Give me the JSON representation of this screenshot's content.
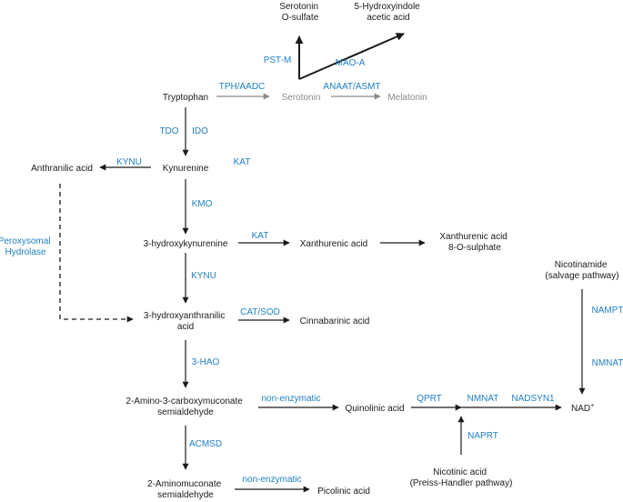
{
  "metabolites": {
    "serotonin_o_sulfate_1": "Serotonin",
    "serotonin_o_sulfate_2": "O-sulfate",
    "hydroxyindole_1": "5-Hydroxyindole",
    "hydroxyindole_2": "acetic acid",
    "tryptophan": "Tryptophan",
    "serotonin": "Serotonin",
    "melatonin": "Melatonin",
    "anthranilic_acid": "Anthranilic acid",
    "kynurenine": "Kynurenine",
    "hydroxykynurenine": "3-hydroxykynurenine",
    "xanthurenic_acid": "Xanthurenic acid",
    "xanthurenic_sulphate_1": "Xanthurenic acid",
    "xanthurenic_sulphate_2": "8-O-sulphate",
    "nicotinamide_1": "Nicotinamide",
    "nicotinamide_2": "(salvage pathway)",
    "hydroxyanthranilic_1": "3-hydroxyanthranilic",
    "hydroxyanthranilic_2": "acid",
    "cinnabarinic_acid": "Cinnabarinic acid",
    "acms_1": "2-Amino-3-carboxymuconate",
    "acms_2": "semialdehyde",
    "quinolinic_acid": "Quinolinic acid",
    "nad": "NAD",
    "nad_sup": "+",
    "aminomuconate_1": "2-Aminomuconate",
    "aminomuconate_2": "semialdehyde",
    "picolinic_acid": "Picolinic acid",
    "nicotinic_1": "Nicotinic acid",
    "nicotinic_2": "(Preiss-Handler pathway)"
  },
  "enzymes": {
    "pst_m": "PST-M",
    "mao_a": "MAO-A",
    "tph_aadc": "TPH/AADC",
    "anaat_asmt": "ANAAT/ASMT",
    "tdo": "TDO",
    "ido": "IDO",
    "kynu_1": "KYNU",
    "kat_1": "KAT",
    "kmo": "KMO",
    "peroxisomal_1": "Peroxysomal",
    "peroxisomal_2": "Hydrolase",
    "kat_2": "KAT",
    "kynu_2": "KYNU",
    "cat_sod": "CAT/SOD",
    "hao": "3-HAO",
    "non_enzymatic_1": "non-enzymatic",
    "qprt": "QPRT",
    "nmnat_1": "NMNAT",
    "nadsyn1": "NADSYN1",
    "nampt": "NAMPT",
    "nmnat_2": "NMNAT",
    "acmsd": "ACMSD",
    "naprt": "NAPRT",
    "non_enzymatic_2": "non-enzymatic"
  },
  "colors": {
    "enzyme": "#1e7fc2",
    "metabolite": "#1a1a1a",
    "secondary": "#8a8a8a"
  }
}
